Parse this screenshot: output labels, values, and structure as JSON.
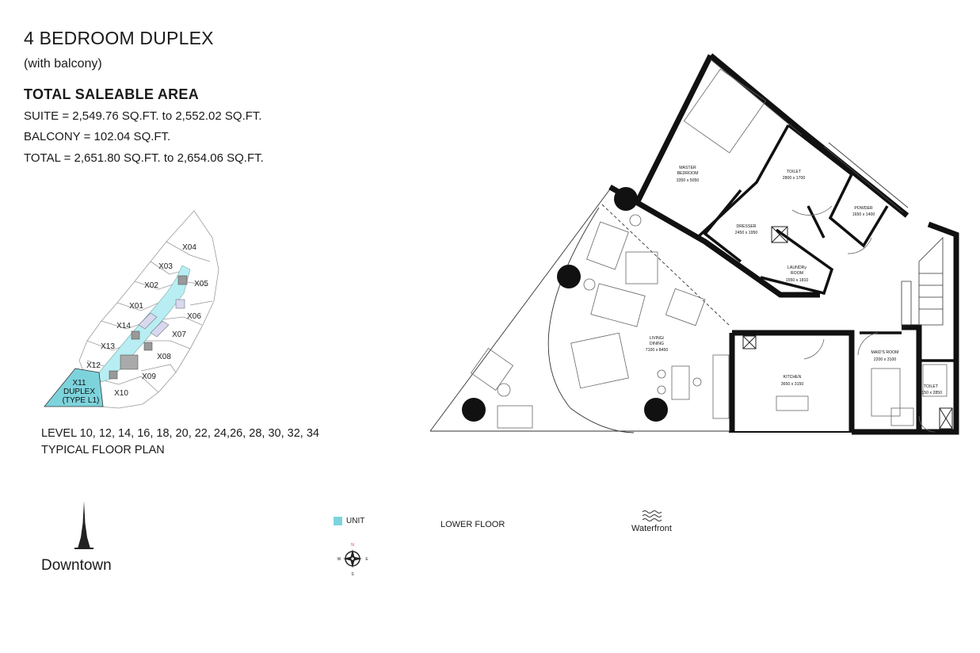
{
  "header": {
    "title": "4 BEDROOM DUPLEX",
    "subtitle": "(with balcony)"
  },
  "area": {
    "heading": "TOTAL SALEABLE AREA",
    "suite": "SUITE = 2,549.76 SQ.FT. to 2,552.02 SQ.FT.",
    "balcony": "BALCONY = 102.04 SQ.FT.",
    "total": "TOTAL = 2,651.80 SQ.FT. to 2,654.06 SQ.FT."
  },
  "keyplan": {
    "units": [
      "X04",
      "X03",
      "X05",
      "X02",
      "X01",
      "X06",
      "X14",
      "X07",
      "X13",
      "X08",
      "X12",
      "X09",
      "X10"
    ],
    "highlight": [
      "X11",
      "DUPLEX",
      "(TYPE L1)"
    ],
    "highlight_color": "#7dd3dc",
    "corridor_color": "#b8eef3"
  },
  "levels": {
    "text": "LEVEL 10, 12, 14, 16, 18, 20, 22, 24,26, 28, 30, 32, 34",
    "plan_label": "TYPICAL FLOOR PLAN"
  },
  "legend": {
    "location": "Downtown",
    "unit_label": "UNIT",
    "unit_color": "#7dd3dc",
    "floor_label": "LOWER FLOOR",
    "view_label": "Waterfront",
    "compass": {
      "n": "N",
      "s": "S",
      "e": "E",
      "w": "W"
    }
  },
  "rooms": {
    "master_name": "MASTER",
    "master_name2": "BEDROOM",
    "master_dim": "3350 x 5050",
    "toilet1_name": "TOILET",
    "toilet1_dim": "2800 x 1700",
    "powder_name": "POWDER",
    "powder_dim": "1650 x 1400",
    "dresser_name": "DRESSER",
    "dresser_dim": "2450 x 1950",
    "laundry_name": "LAUNDRy",
    "laundry_name2": "ROOM",
    "laundry_dim": "1550 x 1810",
    "living_name": "LIVING/",
    "living_name2": "DINING",
    "living_dim": "7100 x 8450",
    "kitchen_name": "KITCHEN",
    "kitchen_dim": "3650 x 3150",
    "maid_name": "MAID'S ROOM",
    "maid_dim": "2200 x 3100",
    "toilet2_name": "TOILET",
    "toilet2_dim": "1150 x 2850"
  }
}
